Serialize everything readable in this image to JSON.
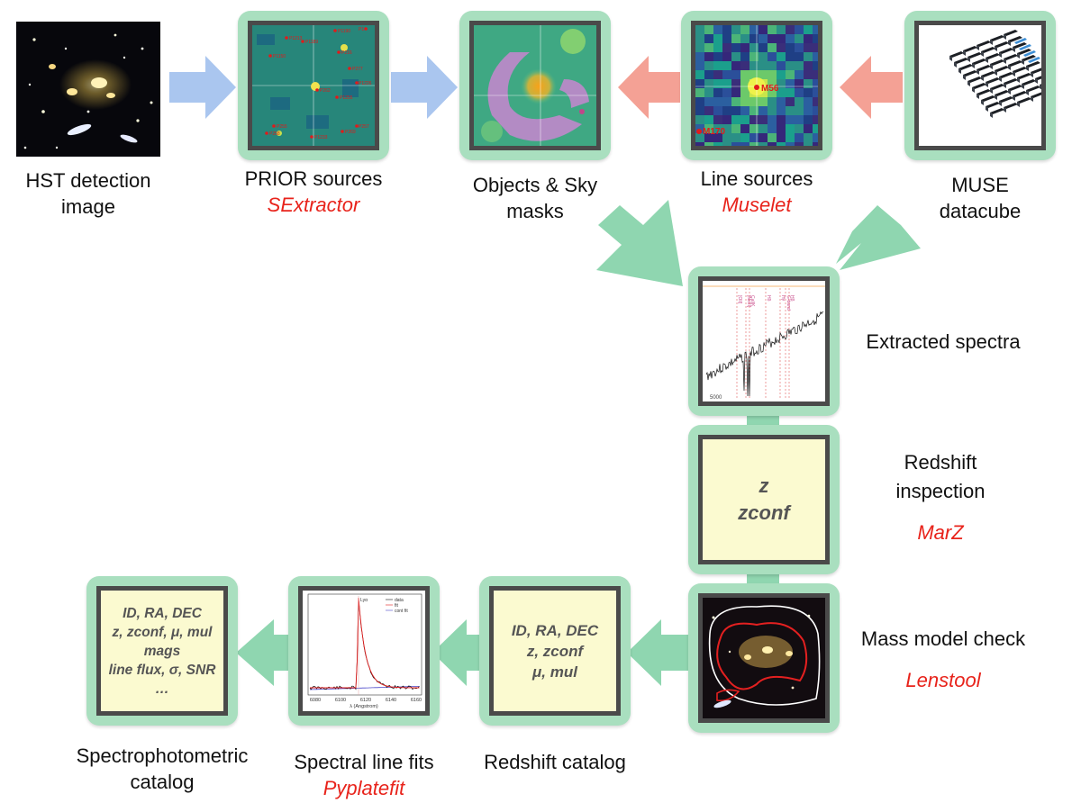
{
  "colors": {
    "arrow_blue": "#aac6ef",
    "arrow_red": "#f4a195",
    "arrow_green": "#8fd6b0",
    "frame_green": "#a9dfbf",
    "card_fill": "#fbfad0"
  },
  "stages": {
    "hst": {
      "line1": "HST detection",
      "line2": "image"
    },
    "prior": {
      "line1": "PRIOR sources",
      "tool": "SExtractor"
    },
    "masks": {
      "line1": "Objects & Sky",
      "line2": "masks"
    },
    "line_sources": {
      "line1": "Line sources",
      "tool": "Muselet"
    },
    "muse": {
      "line1": "MUSE",
      "line2": "datacube"
    },
    "spectra": {
      "line1": "Extracted spectra"
    },
    "redshift": {
      "line1": "Redshift",
      "line2": "inspection",
      "tool": "MarZ",
      "card": [
        "z",
        "zconf"
      ]
    },
    "mass": {
      "line1": "Mass model check",
      "tool": "Lenstool"
    },
    "z_catalog": {
      "line1": "Redshift catalog",
      "card": [
        "ID, RA, DEC",
        "z, zconf",
        "μ, mul"
      ]
    },
    "line_fits": {
      "line1": "Spectral line fits",
      "tool": "Pyplatefit"
    },
    "sp_catalog": {
      "line1": "Spectrophotometric",
      "line2": "catalog",
      "card": [
        "ID, RA, DEC",
        "z, zconf, μ, mul",
        "mags",
        "line flux, σ, SNR",
        "…"
      ]
    }
  },
  "thumbnails": {
    "prior_marks": [
      "P1",
      "P1190",
      "P1213",
      "P216",
      "P277",
      "P1226",
      "P1255",
      "P1150",
      "P262",
      "P255",
      "P258",
      "P1233",
      "P257",
      "P269",
      "P1189"
    ],
    "line_marks": [
      "M56",
      "M170"
    ],
    "spectrum": {
      "tick": "5000",
      "lines": [
        "[OII]",
        "[NeIII]",
        "CaIIK",
        "Hδ",
        "Hγ",
        "G-band",
        "Hβ"
      ]
    },
    "fit": {
      "line_label": "Lyα",
      "legend": [
        "data",
        "fit",
        "cont fit"
      ],
      "x_ticks": [
        "6080",
        "6100",
        "6120",
        "6140",
        "6160"
      ],
      "x_label": "λ (Angstrom)"
    }
  }
}
